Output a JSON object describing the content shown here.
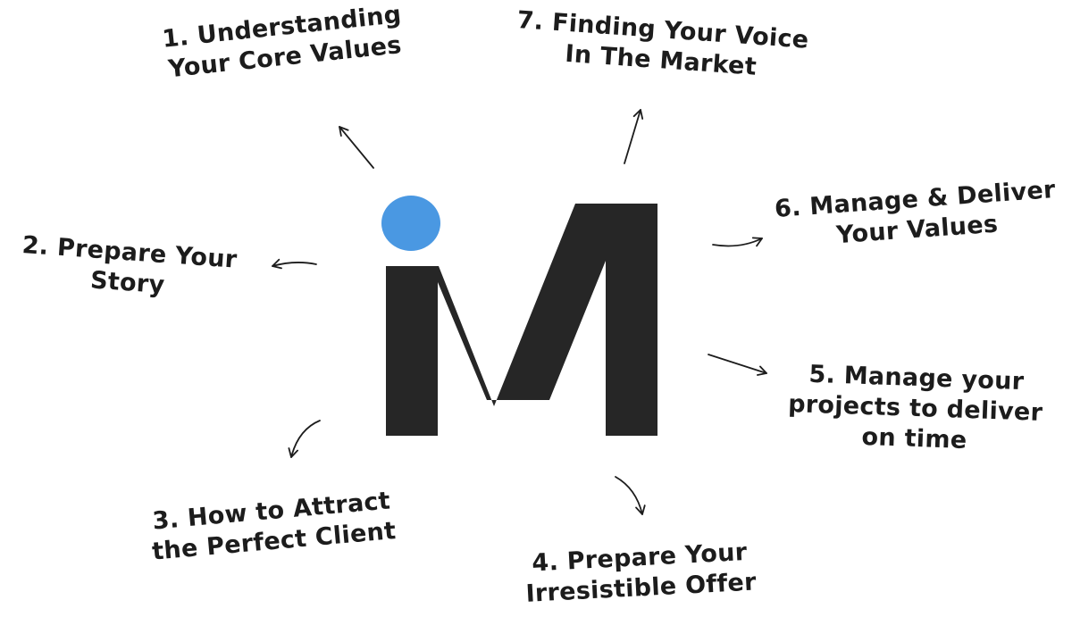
{
  "brand": {
    "accent_color": "#4a98e2",
    "mark_color": "#262626"
  },
  "steps": [
    {
      "id": 1,
      "lines": [
        "1. Understanding",
        "Your Core Values"
      ]
    },
    {
      "id": 2,
      "lines": [
        "2. Prepare Your",
        "Story"
      ]
    },
    {
      "id": 3,
      "lines": [
        "3. How to Attract",
        "the Perfect Client"
      ]
    },
    {
      "id": 4,
      "lines": [
        "4. Prepare Your",
        "Irresistible Offer"
      ]
    },
    {
      "id": 5,
      "lines": [
        "5. Manage your",
        "projects to deliver",
        "on time"
      ]
    },
    {
      "id": 6,
      "lines": [
        "6. Manage & Deliver",
        "Your Values"
      ]
    },
    {
      "id": 7,
      "lines": [
        "7. Finding Your Voice",
        "In The Market"
      ]
    }
  ]
}
